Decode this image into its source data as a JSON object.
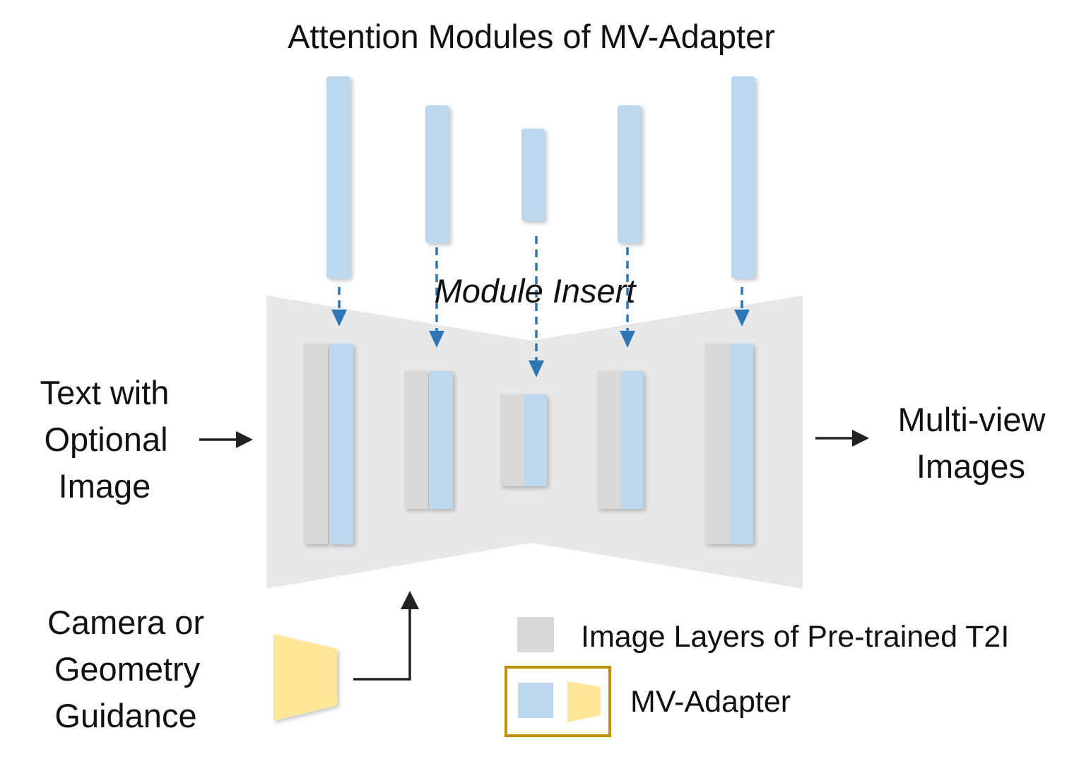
{
  "title": "Attention Modules of MV-Adapter",
  "insert_label": "Module Insert",
  "input_label": [
    "Text with",
    "Optional",
    "Image"
  ],
  "output_label": [
    "Multi-view",
    "Images"
  ],
  "guidance_label": [
    "Camera or",
    "Geometry",
    "Guidance"
  ],
  "legend": {
    "pretrained": "Image Layers of Pre-trained T2I",
    "adapter": "MV-Adapter"
  },
  "colors": {
    "unet_bg": "#e8e8e8",
    "pretrained_layer": "#d9d9d9",
    "attention_module": "#bdd7ee",
    "condition_encoder": "#ffe699",
    "insert_arrow": "#2e75b6",
    "legend_border": "#bf9000",
    "arrow": "#222222"
  },
  "icons": {
    "condition_encoder": "trapezoid-icon",
    "pretrained_swatch": "gray-square-icon",
    "adapter_swatch": "blue-square-icon"
  }
}
